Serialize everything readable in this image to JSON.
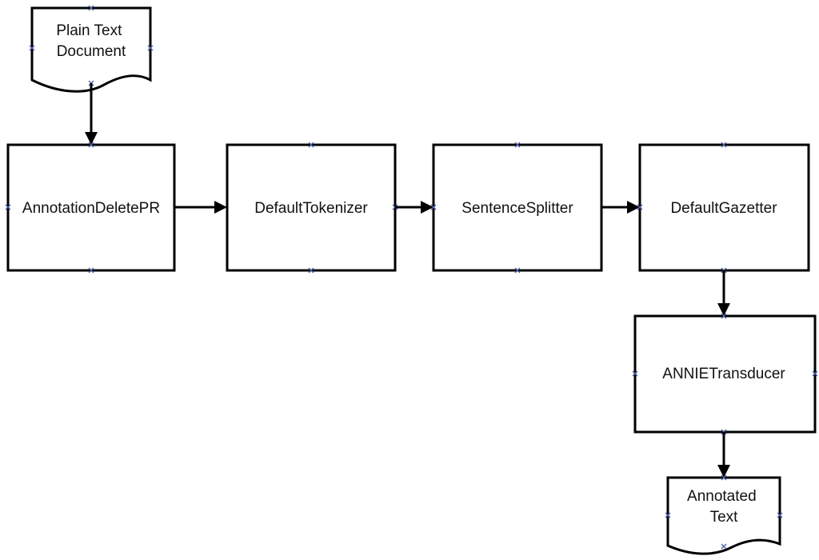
{
  "diagram": {
    "input_document": {
      "line1": "Plain Text",
      "line2": "Document"
    },
    "pipeline": [
      {
        "label": "AnnotationDeletePR"
      },
      {
        "label": "DefaultTokenizer"
      },
      {
        "label": "SentenceSplitter"
      },
      {
        "label": "DefaultGazetter"
      },
      {
        "label": "ANNIETransducer"
      }
    ],
    "output_document": {
      "line1": "Annotated",
      "line2": "Text"
    },
    "colors": {
      "stroke": "#000000",
      "fill": "#ffffff",
      "connection_point": "#4a5fa8"
    }
  }
}
